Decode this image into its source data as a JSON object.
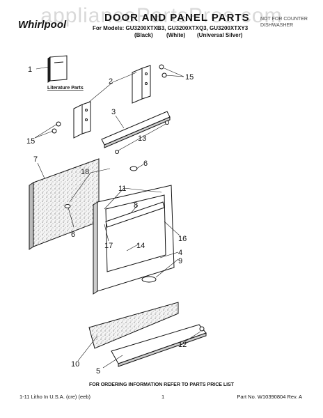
{
  "watermark": "appliancePartsPros.com",
  "brand": "Whirlpool",
  "title": "DOOR AND PANEL PARTS",
  "models": "For Models: GU3200XTXB3, GU3200XTXQ3, GU3200XTXY3",
  "model_colors": [
    "(Black)",
    "(White)",
    "(Universal Silver)"
  ],
  "product_type": [
    "NOT FOR COUNTER",
    "DISHWASHER"
  ],
  "literature_label": "Literature Parts",
  "callouts": [
    "1",
    "2",
    "15",
    "15",
    "3",
    "13",
    "7",
    "18",
    "6",
    "11",
    "8",
    "6",
    "16",
    "17",
    "14",
    "4",
    "9",
    "10",
    "5",
    "12"
  ],
  "ordering_note": "FOR ORDERING INFORMATION REFER TO PARTS PRICE LIST",
  "footer": {
    "left": "1-11 Litho In U.S.A. (cre) (eeb)",
    "page": "1",
    "right": "Part No. W10390804 Rev. A"
  }
}
